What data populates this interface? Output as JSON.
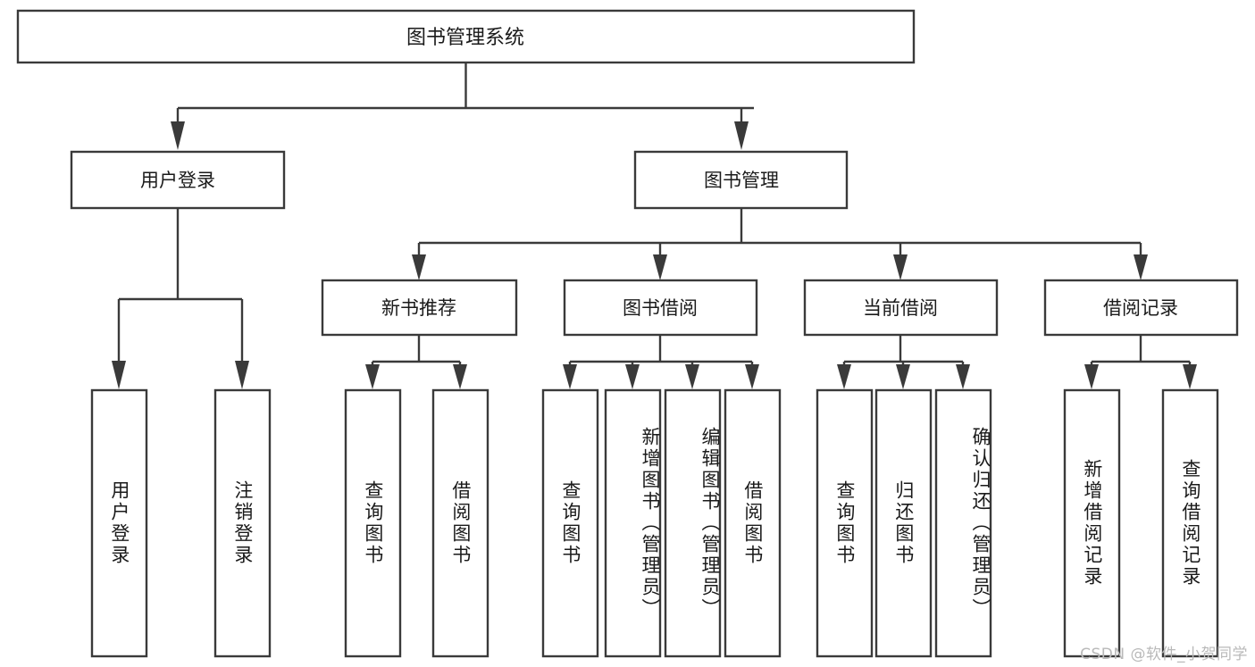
{
  "diagram": {
    "kind": "tree-structure-chart",
    "title_node": {
      "id": "root",
      "label": "图书管理系统"
    },
    "level2": [
      {
        "id": "login",
        "label": "用户登录"
      },
      {
        "id": "bookmgmt",
        "label": "图书管理"
      }
    ],
    "level3": [
      {
        "id": "newbook",
        "label": "新书推荐",
        "parent": "bookmgmt"
      },
      {
        "id": "borrow",
        "label": "图书借阅",
        "parent": "bookmgmt"
      },
      {
        "id": "current",
        "label": "当前借阅",
        "parent": "bookmgmt"
      },
      {
        "id": "record",
        "label": "借阅记录",
        "parent": "bookmgmt"
      }
    ],
    "leaves": [
      {
        "id": "leaf-user-login",
        "label": "用户登录",
        "parent": "login"
      },
      {
        "id": "leaf-user-logout",
        "label": "注销登录",
        "parent": "login"
      },
      {
        "id": "leaf-query-book-1",
        "label": "查询图书",
        "parent": "newbook"
      },
      {
        "id": "leaf-borrow-book-1",
        "label": "借阅图书",
        "parent": "newbook"
      },
      {
        "id": "leaf-query-book-2",
        "label": "查询图书",
        "parent": "borrow"
      },
      {
        "id": "leaf-add-book",
        "label": "新增图书（管理员）",
        "parent": "borrow"
      },
      {
        "id": "leaf-edit-book",
        "label": "编辑图书（管理员）",
        "parent": "borrow"
      },
      {
        "id": "leaf-borrow-book-2",
        "label": "借阅图书",
        "parent": "borrow"
      },
      {
        "id": "leaf-query-book-3",
        "label": "查询图书",
        "parent": "current"
      },
      {
        "id": "leaf-return-book",
        "label": "归还图书",
        "parent": "current"
      },
      {
        "id": "leaf-confirm-return",
        "label": "确认归还（管理员）",
        "parent": "current"
      },
      {
        "id": "leaf-add-record",
        "label": "新增借阅记录",
        "parent": "record"
      },
      {
        "id": "leaf-query-record",
        "label": "查询借阅记录",
        "parent": "record"
      }
    ],
    "watermark": "CSDN @软件_小贺同学",
    "colors": {
      "stroke": "#3a3a3a",
      "fill": "#ffffff",
      "text": "#1a1a1a",
      "watermark": "#b9b9b9",
      "background": "#ffffff"
    }
  }
}
